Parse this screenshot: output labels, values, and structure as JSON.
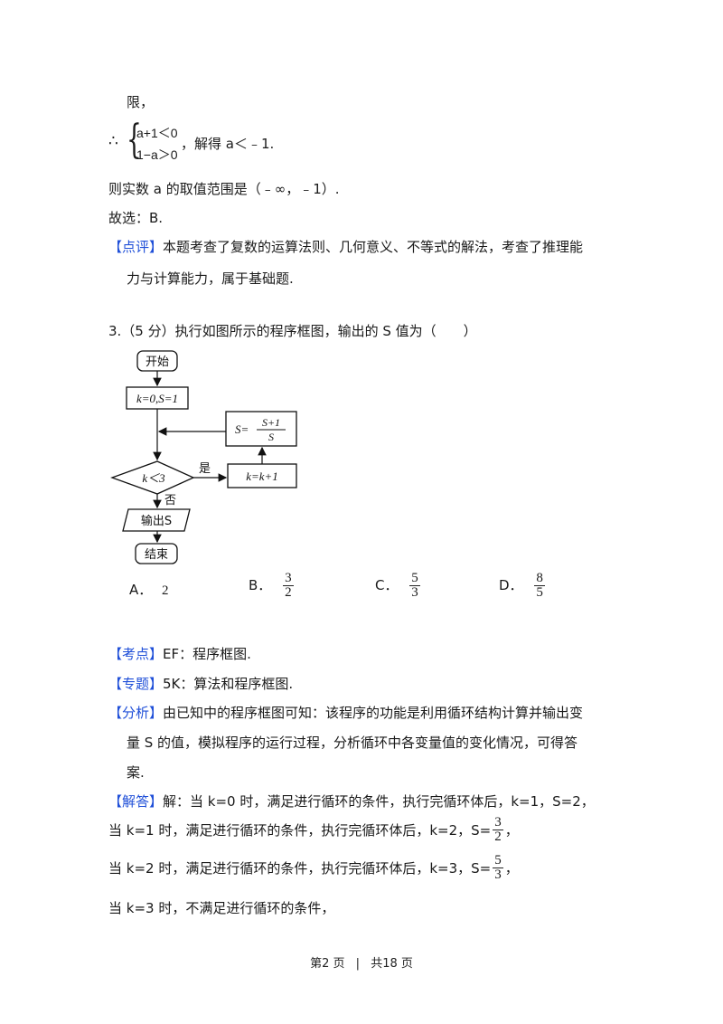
{
  "prev": {
    "line_xian": "限，",
    "therefore": "∴",
    "ineq1": "a+1＜0",
    "ineq2": "1−a＞0",
    "solve": "，解得 a＜﹣1.",
    "range": "则实数 a 的取值范围是（﹣∞，﹣1）.",
    "choice": "故选：B.",
    "comment_tag": "【点评】",
    "comment_1": "本题考查了复数的运算法则、几何意义、不等式的解法，考查了推理能",
    "comment_2": "力与计算能力，属于基础题."
  },
  "question": {
    "stem": "3.（5 分）执行如图所示的程序框图，输出的 S 值为（　　）",
    "options": [
      {
        "label": "A．",
        "value": "2"
      },
      {
        "label": "B．",
        "num": "3",
        "den": "2"
      },
      {
        "label": "C．",
        "num": "5",
        "den": "3"
      },
      {
        "label": "D．",
        "num": "8",
        "den": "5"
      }
    ]
  },
  "flowchart": {
    "start": "开始",
    "init": "k=0,S=1",
    "update_s_left": "S=",
    "update_s_num": "S+1",
    "update_s_den": "S",
    "cond": "k＜3",
    "yes": "是",
    "no": "否",
    "incr": "k=k+1",
    "output": "输出S",
    "end": "结束"
  },
  "analysis": {
    "kaodian_tag": "【考点】",
    "kaodian": "EF：程序框图.",
    "zhuanti_tag": "【专题】",
    "zhuanti": "5K：算法和程序框图.",
    "fenxi_tag": "【分析】",
    "fenxi_1": "由已知中的程序框图可知：该程序的功能是利用循环结构计算并输出变",
    "fenxi_2": "量 S 的值，模拟程序的运行过程，分析循环中各变量值的变化情况，可得答",
    "fenxi_3": "案.",
    "jieda_tag": "【解答】",
    "jieda_1": "解：当 k=0 时，满足进行循环的条件，执行完循环体后，k=1，S=2，",
    "jieda_2": "当 k=1 时，满足进行循环的条件，执行完循环体后，k=2，S=",
    "jieda_2_num": "3",
    "jieda_2_den": "2",
    "jieda_3": "当 k=2 时，满足进行循环的条件，执行完循环体后，k=3，S=",
    "jieda_3_num": "5",
    "jieda_3_den": "3",
    "comma": "，",
    "jieda_4": "当 k=3 时，不满足进行循环的条件，"
  },
  "footer": {
    "page": "第2 页",
    "sep": "|",
    "total": "共18 页"
  }
}
